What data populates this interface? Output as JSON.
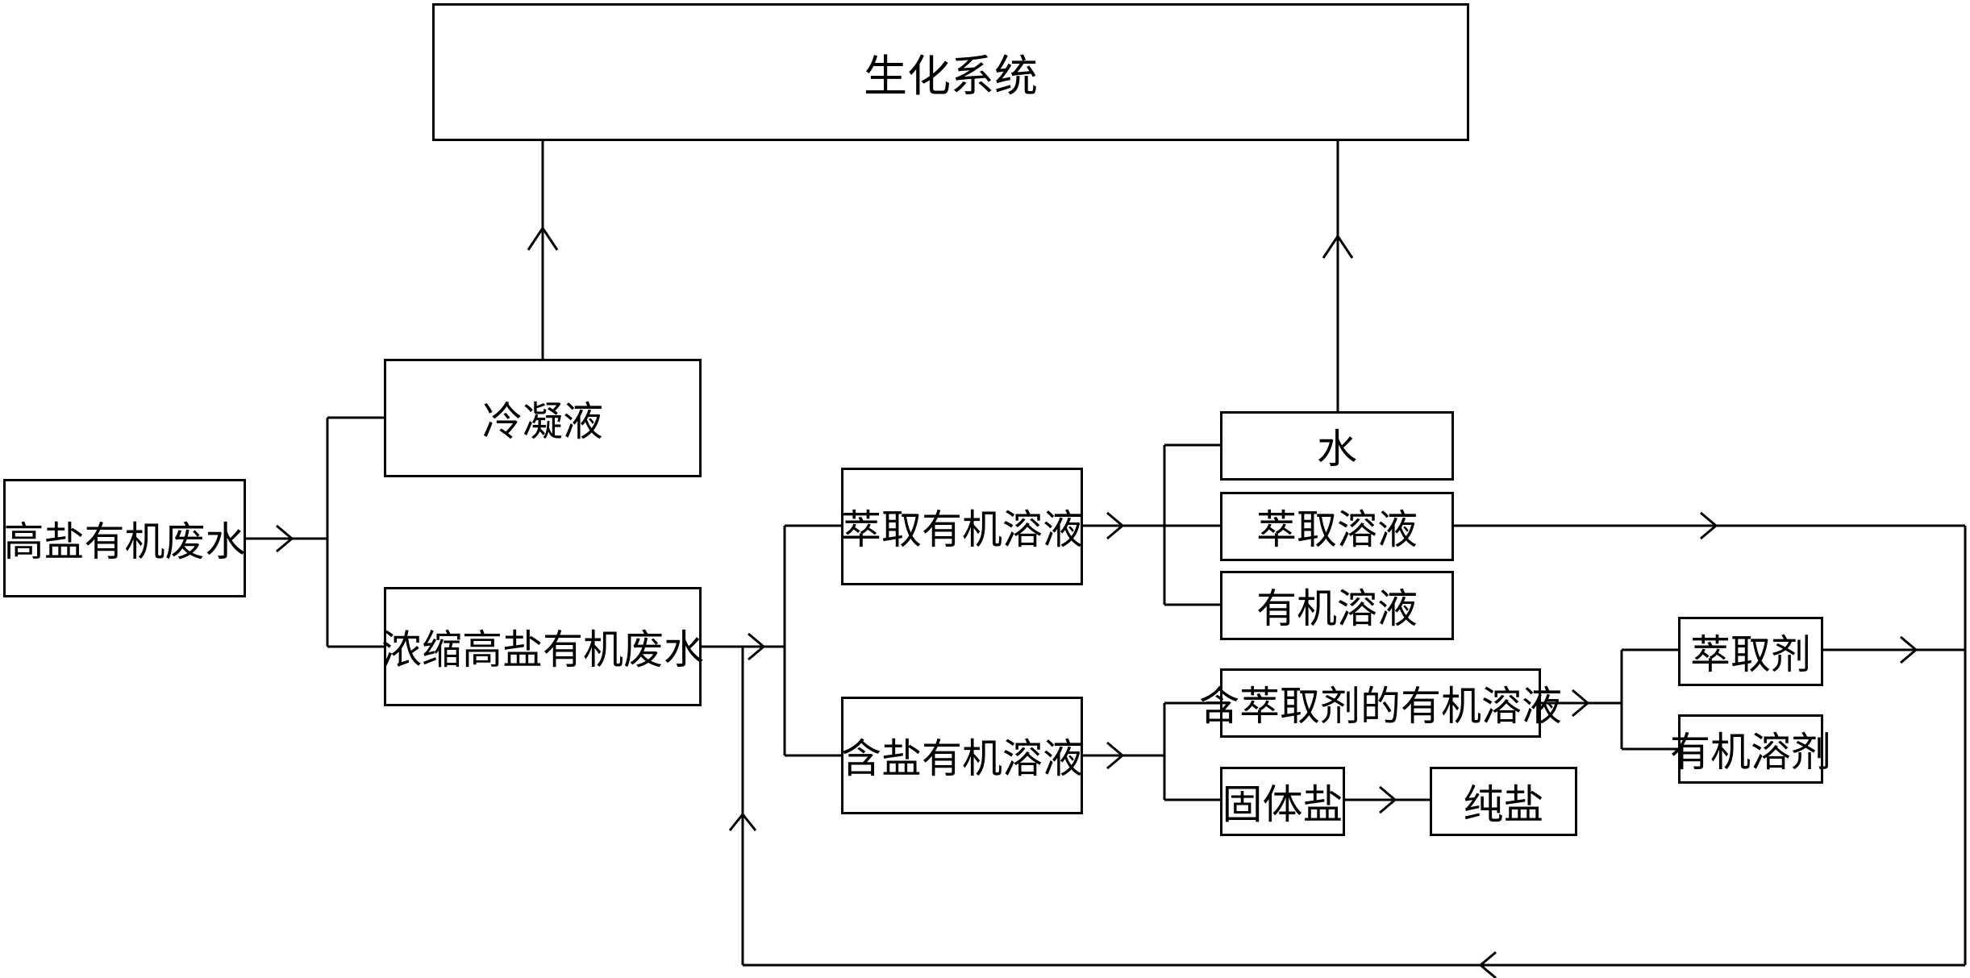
{
  "nodes": {
    "biochem": "生化系统",
    "condensate": "冷凝液",
    "raw": "高盐有机废水",
    "concentrated": "浓缩高盐有机废水",
    "extract_org": "萃取有机溶液",
    "salt_org": "含盐有机溶液",
    "water": "水",
    "extract_sol": "萃取溶液",
    "org_sol": "有机溶液",
    "org_with_extractant": "含萃取剂的有机溶液",
    "solid_salt": "固体盐",
    "pure_salt": "纯盐",
    "extractant": "萃取剂",
    "org_solvent": "有机溶剂"
  }
}
